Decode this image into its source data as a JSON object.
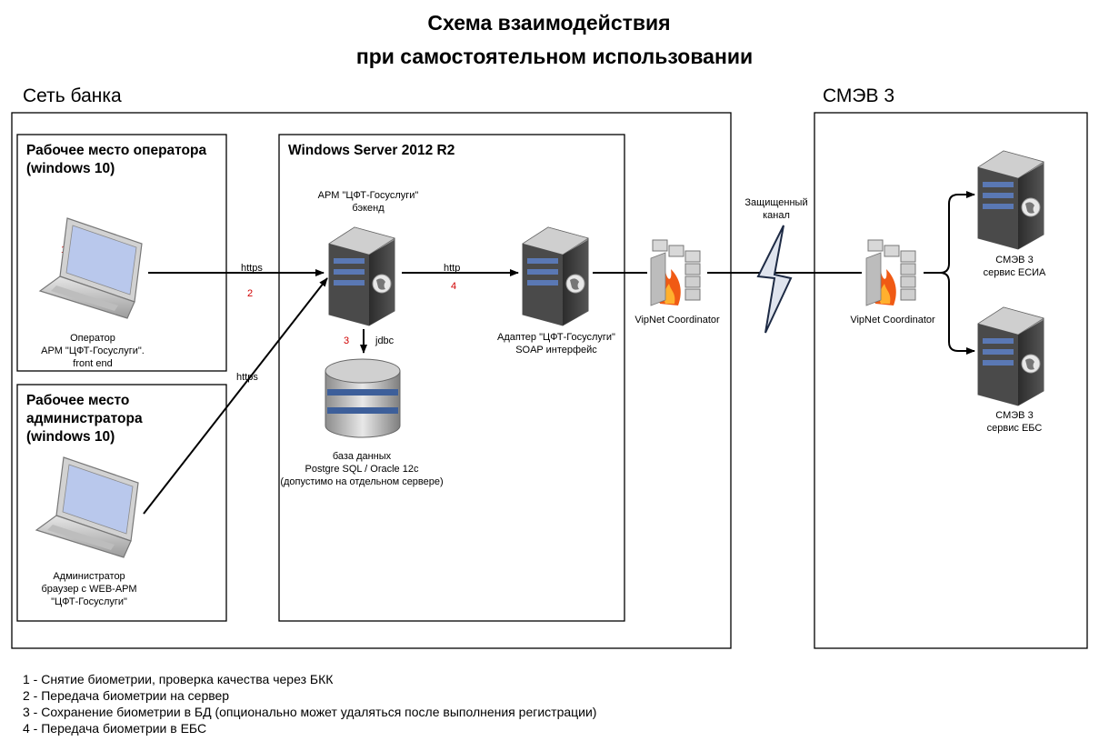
{
  "title": {
    "line1": "Схема взаимодействия",
    "line2": "при самостоятельном использовании"
  },
  "zones": {
    "bank": "Сеть банка",
    "smev": "СМЭВ 3"
  },
  "boxes": {
    "operator": {
      "line1": "Рабочее место оператора",
      "line2": "(windows 10)"
    },
    "admin": {
      "line1": "Рабочее место",
      "line2": "администратора",
      "line3": "(windows 10)"
    },
    "server": "Windows Server 2012 R2"
  },
  "nodes": {
    "operator_laptop": {
      "line1": "Оператор",
      "line2": "АРМ \"ЦФТ-Госуслуги\".",
      "line3": "front end"
    },
    "admin_laptop": {
      "line1": "Администратор",
      "line2": "браузер с WEB-АРМ",
      "line3": "\"ЦФТ-Госуслуги\""
    },
    "backend": {
      "line1": "АРМ \"ЦФТ-Госуслуги\"",
      "line2": "бэкенд"
    },
    "adapter": {
      "line1": "Адаптер \"ЦФТ-Госуслуги\"",
      "line2": "SOAP интерфейс"
    },
    "database": {
      "line1": "база данных",
      "line2": "Postgre SQL / Oracle 12c",
      "line3": "(допустимо на отдельном сервере)"
    },
    "vipnet_bank": "VipNet Coordinator",
    "vipnet_smev": "VipNet Coordinator",
    "esia": {
      "line1": "СМЭВ 3",
      "line2": "сервис ЕСИА"
    },
    "ebs": {
      "line1": "СМЭВ 3",
      "line2": "сервис ЕБС"
    }
  },
  "connections": {
    "https_operator": "https",
    "https_admin": "https",
    "http_adapter": "http",
    "jdbc": "jdbc",
    "secure_channel": {
      "line1": "Защищенный",
      "line2": "канал"
    }
  },
  "step_numbers": {
    "n1": "1",
    "n2": "2",
    "n3": "3",
    "n4": "4"
  },
  "legend": [
    "1 - Снятие биометрии, проверка качества через БКК",
    "2 - Передача биометрии на сервер",
    "3 - Сохранение биометрии в БД (опционально может удаляться после выполнения регистрации)",
    "4 - Передача биометрии в ЕБС"
  ],
  "colors": {
    "accent_red": "#d00000",
    "server_dark": "#3b3b3b",
    "server_blue": "#5a78b4",
    "laptop_screen": "#b9c8ec",
    "firewall_flame": "#f05a14"
  }
}
